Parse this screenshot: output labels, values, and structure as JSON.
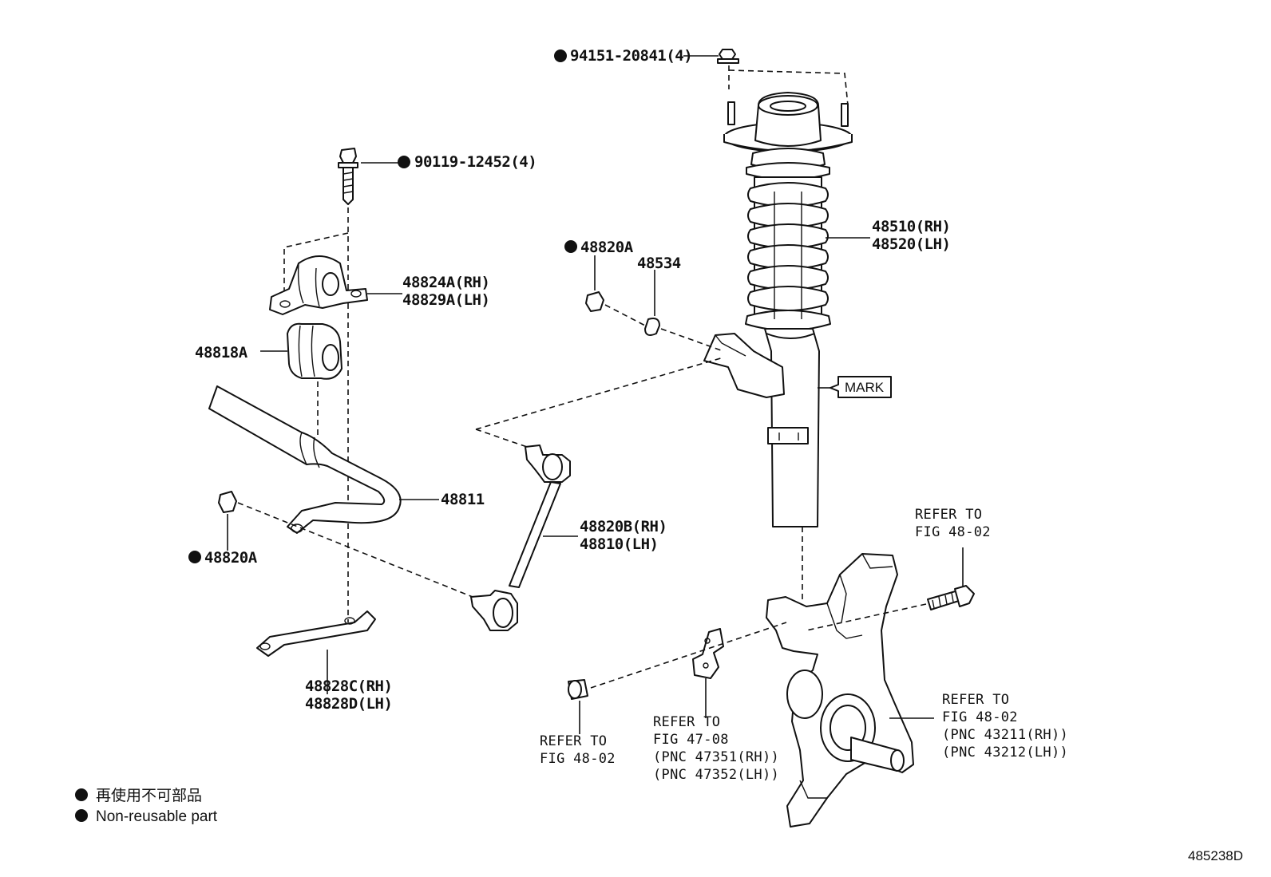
{
  "parts": {
    "p94151": "94151-20841(4)",
    "p90119": "90119-12452(4)",
    "p48820A_top": "48820A",
    "p48534": "48534",
    "p48510": "48510(RH)",
    "p48520": "48520(LH)",
    "p48824A": "48824A(RH)",
    "p48829A": "48829A(LH)",
    "p48818A": "48818A",
    "mark": "MARK",
    "p48811": "48811",
    "p48820A_bottom": "48820A",
    "p48820B": "48820B(RH)",
    "p48810": "48810(LH)",
    "p48828C": "48828C(RH)",
    "p48828D": "48828D(LH)"
  },
  "refs": {
    "bolt_line1": "REFER TO",
    "bolt_line2": "FIG 48-02",
    "nut_line1": "REFER TO",
    "nut_line2": "FIG 48-02",
    "shield_line1": "REFER TO",
    "shield_line2": "FIG 47-08",
    "shield_line3": "(PNC 47351(RH))",
    "shield_line4": "(PNC 47352(LH))",
    "knuckle_line1": "REFER TO",
    "knuckle_line2": "FIG 48-02",
    "knuckle_line3": "(PNC 43211(RH))",
    "knuckle_line4": "(PNC 43212(LH))"
  },
  "legend": {
    "line1": "再使用不可部品",
    "line2": "Non-reusable part"
  },
  "figure_id": "485238D",
  "colors": {
    "ink": "#111111",
    "background": "#ffffff"
  }
}
